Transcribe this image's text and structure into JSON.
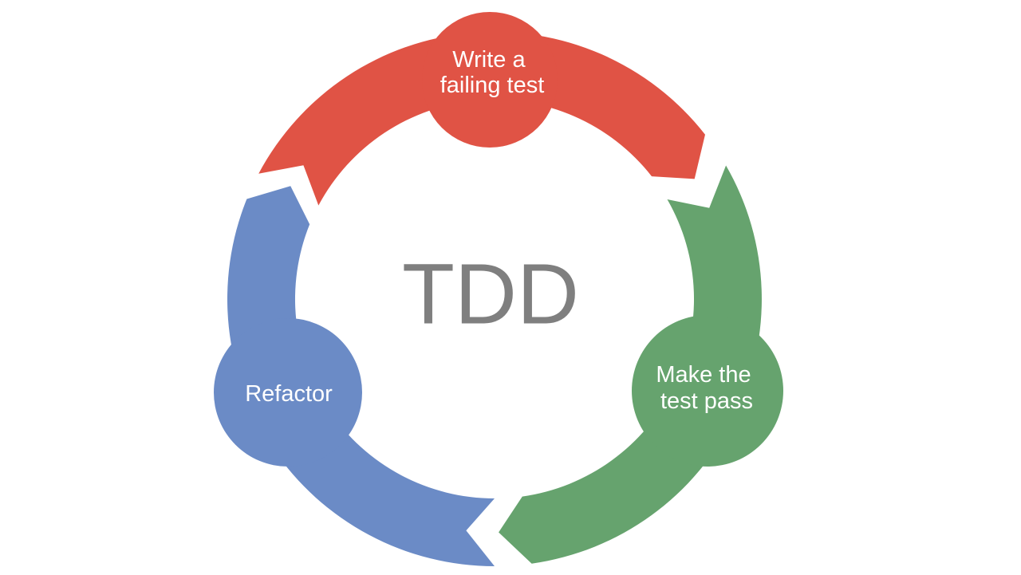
{
  "center": {
    "label": "TDD"
  },
  "steps": [
    {
      "id": "write",
      "label_lines": [
        "Write a",
        "failing test"
      ],
      "color": "#e05345"
    },
    {
      "id": "pass",
      "label_lines": [
        "Make the",
        "test pass"
      ],
      "color": "#66a36e"
    },
    {
      "id": "refactor",
      "label_lines": [
        "Refactor"
      ],
      "color": "#6b8bc6"
    }
  ]
}
